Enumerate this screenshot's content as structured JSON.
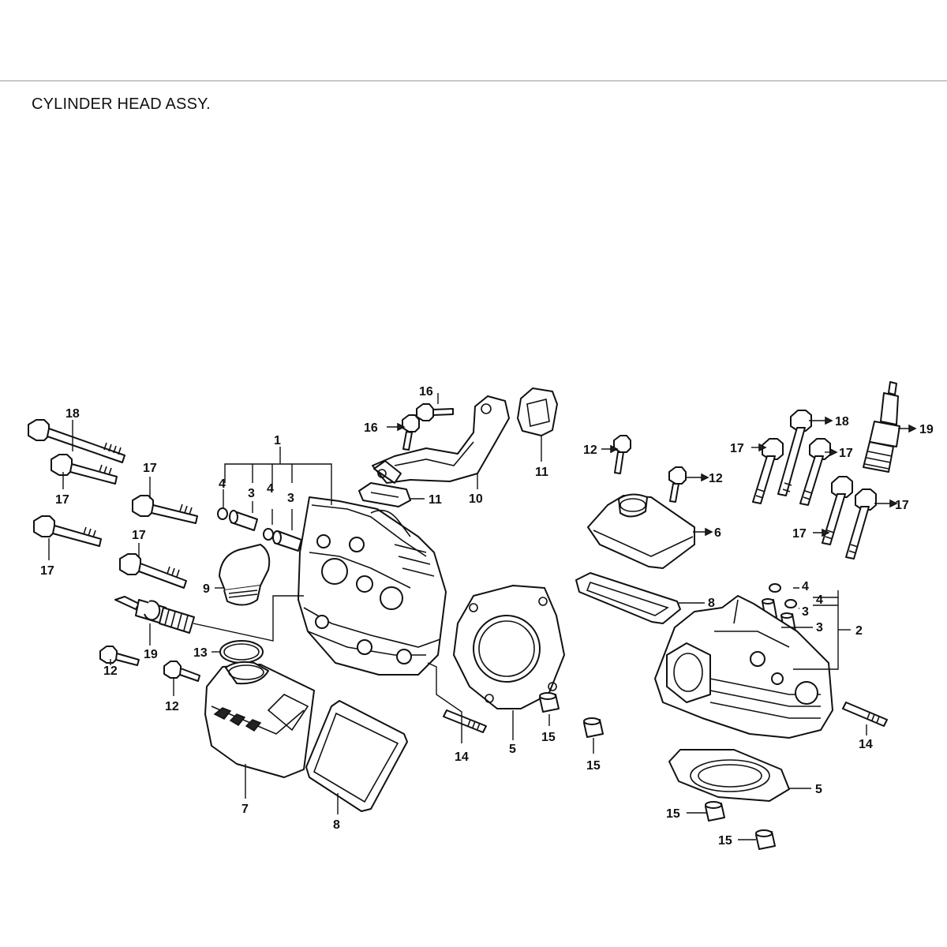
{
  "title": "CYLINDER HEAD ASSY.",
  "callouts": {
    "c1": "1",
    "c2": "2",
    "c3a": "3",
    "c3b": "3",
    "c3c": "3",
    "c3d": "3",
    "c4a": "4",
    "c4b": "4",
    "c4c": "4",
    "c4d": "4",
    "c5a": "5",
    "c5b": "5",
    "c6": "6",
    "c7": "7",
    "c8a": "8",
    "c8b": "8",
    "c9": "9",
    "c10": "10",
    "c11a": "11",
    "c11b": "11",
    "c12a": "12",
    "c12b": "12",
    "c12c": "12",
    "c12d": "12",
    "c13": "13",
    "c14a": "14",
    "c14b": "14",
    "c15a": "15",
    "c15b": "15",
    "c15c": "15",
    "c15d": "15",
    "c16a": "16",
    "c16b": "16",
    "c17a": "17",
    "c17b": "17",
    "c17c": "17",
    "c17d": "17",
    "c17e": "17",
    "c17f": "17",
    "c17g": "17",
    "c18a": "18",
    "c18b": "18",
    "c19a": "19",
    "c19b": "19"
  }
}
